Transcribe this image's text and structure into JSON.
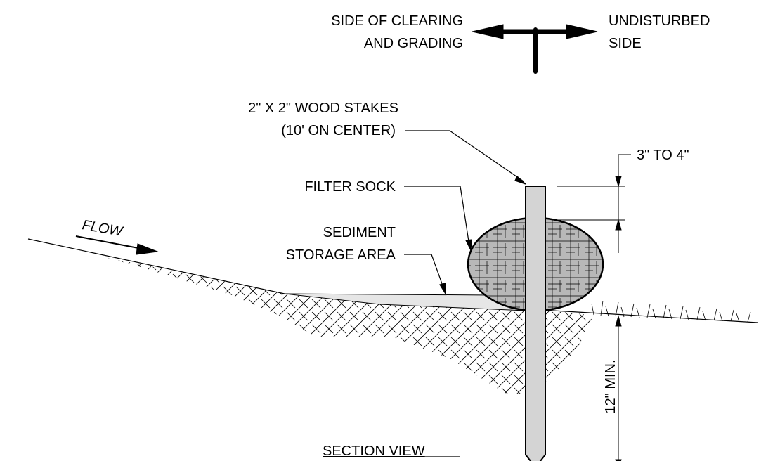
{
  "labels": {
    "side_clearing_line1": "SIDE OF CLEARING",
    "side_clearing_line2": "AND GRADING",
    "undisturbed_line1": "UNDISTURBED",
    "undisturbed_line2": "SIDE",
    "stakes_line1": "2\" X 2\" WOOD STAKES",
    "stakes_line2": "(10' ON CENTER)",
    "top_dim": "3\" TO 4\"",
    "filter_sock": "FILTER SOCK",
    "sediment_line1": "SEDIMENT",
    "sediment_line2": "STORAGE AREA",
    "flow": "FLOW",
    "depth_dim": "12\" MIN.",
    "view_title": "SECTION VIEW"
  },
  "colors": {
    "stake_fill": "#d4d4d4",
    "sock_fill": "#b8b8b8",
    "sediment_fill": "#e6e6e6",
    "line": "#000000"
  }
}
